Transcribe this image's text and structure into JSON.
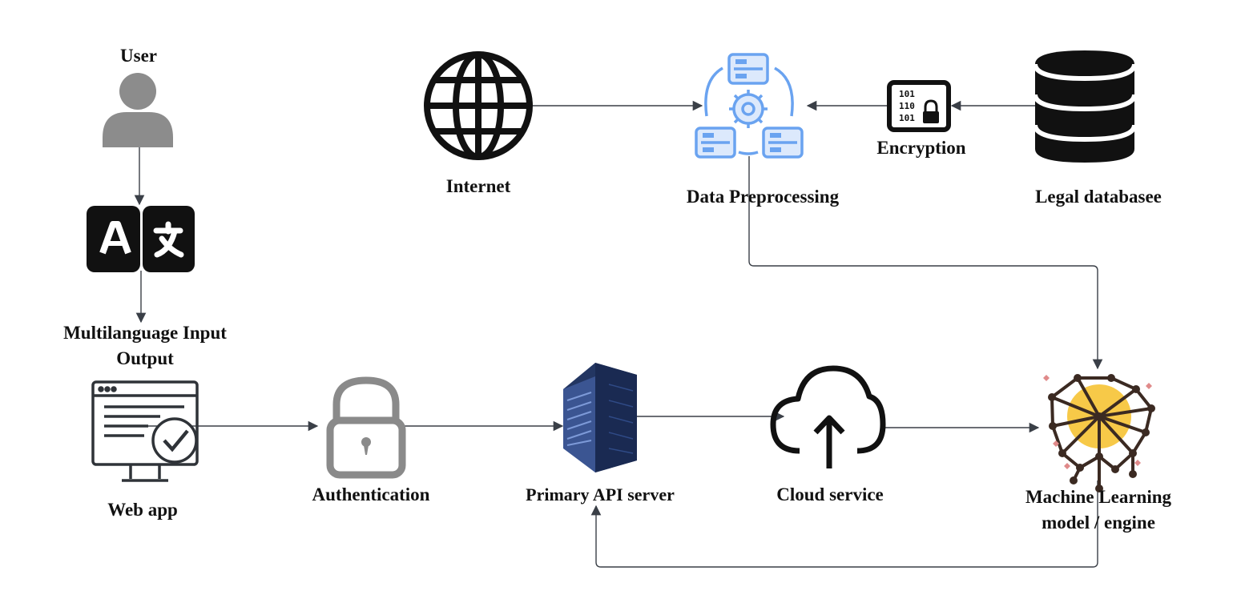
{
  "nodes": {
    "user": {
      "label": "User",
      "icon": "user-icon"
    },
    "translate": {
      "label_line1": "Multilanguage Input",
      "label_line2": "Output",
      "icon": "translate-icon"
    },
    "web_app": {
      "label": "Web app",
      "icon": "web-app-monitor-icon"
    },
    "authentication": {
      "label": "Authentication",
      "icon": "padlock-icon"
    },
    "api_server": {
      "label": "Primary API server",
      "icon": "server-rack-icon"
    },
    "cloud": {
      "label": "Cloud service",
      "icon": "cloud-upload-icon"
    },
    "ml": {
      "label_line1": "Machine Learning",
      "label_line2": "model / engine",
      "icon": "brain-network-icon"
    },
    "internet": {
      "label": "Internet",
      "icon": "globe-icon"
    },
    "preprocessing": {
      "label": "Data Preprocessing",
      "icon": "data-processing-icon"
    },
    "encryption": {
      "label": "Encryption",
      "icon": "encryption-chip-icon"
    },
    "database": {
      "label": "Legal databasee",
      "icon": "database-icon"
    }
  },
  "colors": {
    "line": "#3a3f47",
    "user_gray": "#8c8c8c",
    "preprocess_blue": "#6aa3f0",
    "server_navy": "#1f2f5c",
    "brain_yellow": "#f7c948",
    "brain_accent": "#e08a8a"
  }
}
